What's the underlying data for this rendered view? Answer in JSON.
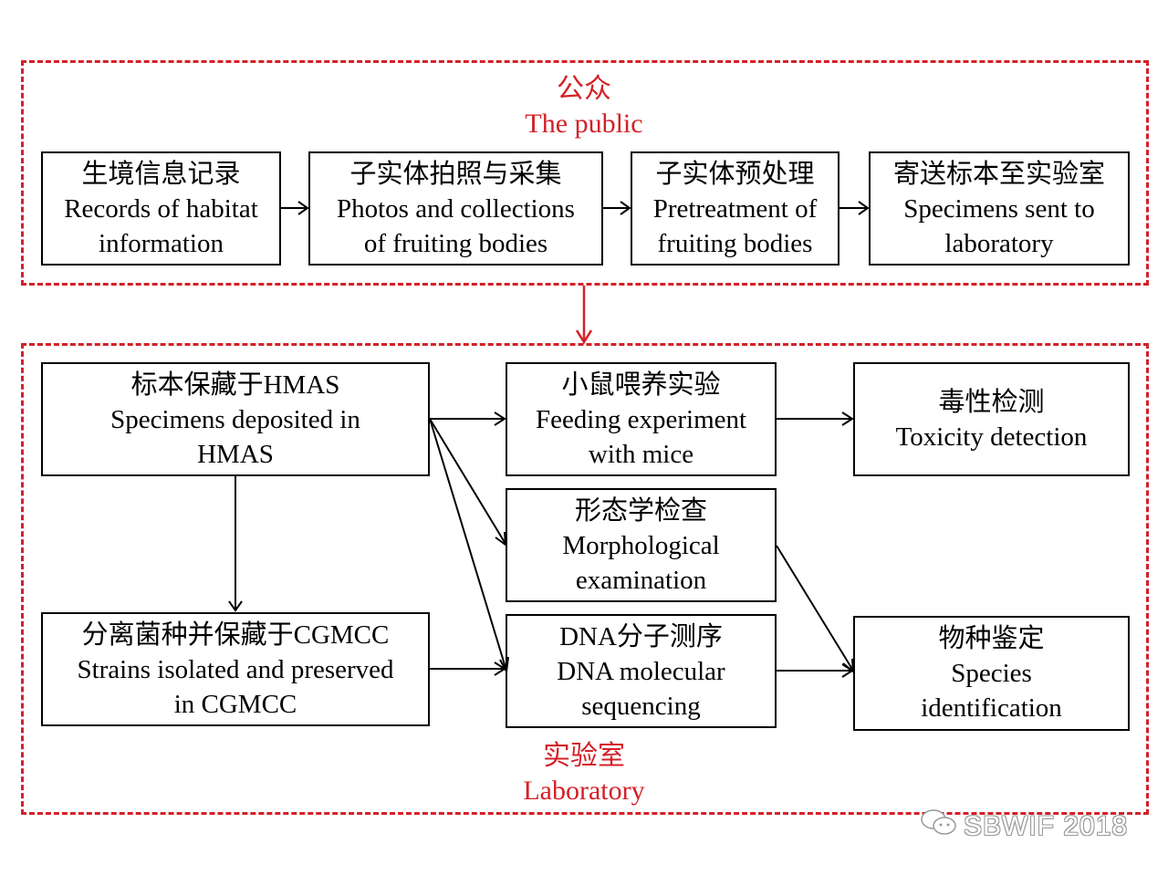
{
  "colors": {
    "region_border": "#d42027",
    "region_title": "#d42027",
    "box_border": "#000000",
    "arrow": "#000000",
    "region_arrow": "#d42027"
  },
  "regions": {
    "public": {
      "title_zh": "公众",
      "title_en": "The public"
    },
    "laboratory": {
      "title_zh": "实验室",
      "title_en": "Laboratory"
    }
  },
  "public_steps": [
    {
      "zh": "生境信息记录",
      "en_lines": [
        "Records of habitat",
        "information"
      ]
    },
    {
      "zh": "子实体拍照与采集",
      "en_lines": [
        "Photos and collections",
        "of fruiting bodies"
      ]
    },
    {
      "zh": "子实体预处理",
      "en_lines": [
        "Pretreatment of",
        "fruiting bodies"
      ]
    },
    {
      "zh": "寄送标本至实验室",
      "en_lines": [
        "Specimens sent to",
        "laboratory"
      ]
    }
  ],
  "lab_nodes": {
    "hmas": {
      "zh": "标本保藏于HMAS",
      "en_lines": [
        "Specimens deposited in",
        "HMAS"
      ]
    },
    "cgmcc": {
      "zh": "分离菌种并保藏于CGMCC",
      "en_lines": [
        "Strains isolated and preserved",
        "in CGMCC"
      ]
    },
    "feeding": {
      "zh": "小鼠喂养实验",
      "en_lines": [
        "Feeding experiment",
        "with mice"
      ]
    },
    "morphology": {
      "zh": "形态学检查",
      "en_lines": [
        "Morphological",
        "examination"
      ]
    },
    "dna": {
      "zh": "DNA分子测序",
      "en_lines": [
        "DNA molecular",
        "sequencing"
      ]
    },
    "toxicity": {
      "zh": "毒性检测",
      "en_lines": [
        "Toxicity detection"
      ]
    },
    "species": {
      "zh": "物种鉴定",
      "en_lines": [
        "Species",
        "identification"
      ]
    }
  },
  "edges": [
    [
      "public_0",
      "public_1"
    ],
    [
      "public_1",
      "public_2"
    ],
    [
      "public_2",
      "public_3"
    ],
    [
      "public",
      "laboratory"
    ],
    [
      "hmas",
      "feeding"
    ],
    [
      "hmas",
      "morphology"
    ],
    [
      "hmas",
      "dna"
    ],
    [
      "hmas",
      "cgmcc"
    ],
    [
      "cgmcc",
      "dna"
    ],
    [
      "feeding",
      "toxicity"
    ],
    [
      "morphology",
      "species"
    ],
    [
      "dna",
      "species"
    ]
  ],
  "watermark": {
    "icon": "wechat-icon",
    "text": "SBWIF 2018"
  }
}
